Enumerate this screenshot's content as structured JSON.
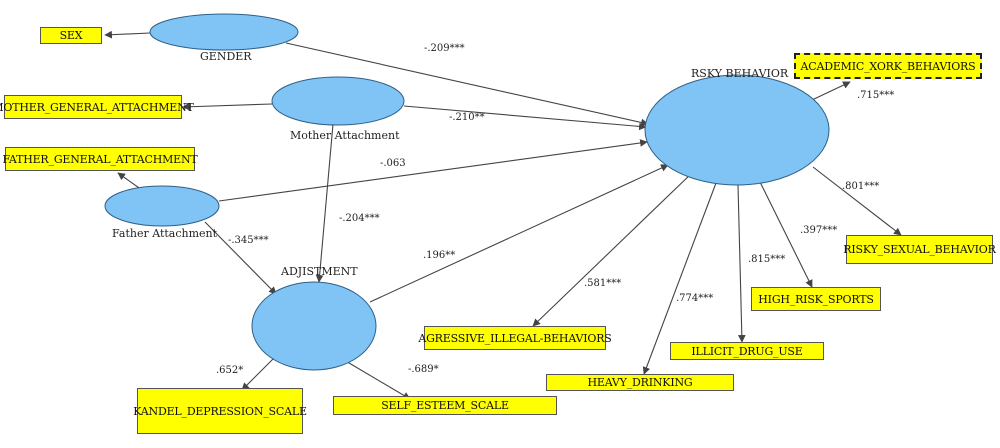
{
  "colors": {
    "latent_fill": "#7fc4f5",
    "latent_stroke": "#2f5f86",
    "indicator_fill": "#ffff00",
    "edge": "#444444"
  },
  "latents": {
    "gender": "GENDER",
    "mother": "Mother Attachment",
    "father": "Father Attachment",
    "adjustment": "ADJISTMENT",
    "risky": "RSKY BEHAVIOR"
  },
  "indicators": {
    "sex": "SEX",
    "mother_general": "MOTHER_GENERAL_ATTACHMENT",
    "father_general": "FATHER_GENERAL_ATTACHMENT",
    "kandel": "KANDEL_DEPRESSION_SCALE",
    "self_esteem": "SELF_ESTEEM_SCALE",
    "aggressive": "AGRESSIVE_ILLEGAL-BEHAVIORS",
    "heavy_drinking": "HEAVY_DRINKING",
    "illicit_drug": "ILLICIT_DRUG_USE",
    "high_risk_sports": "HIGH_RISK_SPORTS",
    "risky_sexual": "RISKY_SEXUAL_BEHAVIOR",
    "academic_work": "ACADEMIC_XORK_BEHAVIORS"
  },
  "coefficients": {
    "gender_risky": "-.209***",
    "mother_risky": "-.210**",
    "father_risky": "-.063",
    "mother_adjust": "-.204***",
    "father_adjust": "-.345***",
    "adjust_risky": ".196**",
    "adjust_kandel": ".652*",
    "adjust_selfesteem": "-.689*",
    "risky_aggressive": ".581***",
    "risky_drinking": ".774***",
    "risky_drug": ".815***",
    "risky_sports": ".397***",
    "risky_sexual": ".801***",
    "risky_academic": ".715***"
  }
}
